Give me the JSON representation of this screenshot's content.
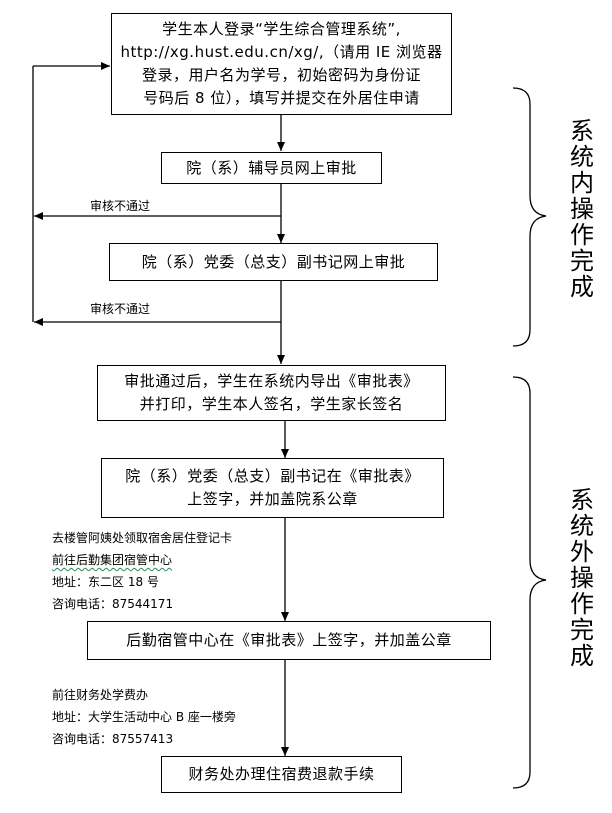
{
  "boxes": {
    "login": {
      "lines": [
        "学生本人登录“学生综合管理系统”,",
        "http://xg.hust.edu.cn/xg/,（请用 IE 浏览器",
        "登录，用户名为学号，初始密码为身份证",
        "号码后 8 位），填写并提交在外居住申请"
      ]
    },
    "counselor": {
      "lines": [
        "院（系）辅导员网上审批"
      ]
    },
    "secretary_online": {
      "lines": [
        "院（系）党委（总支）副书记网上审批"
      ]
    },
    "export": {
      "lines": [
        "审批通过后，学生在系统内导出《审批表》",
        "并打印，学生本人签名，学生家长签名"
      ]
    },
    "secretary_sign": {
      "lines": [
        "院（系）党委（总支）副书记在《审批表》",
        "上签字，并加盖院系公章"
      ]
    },
    "logistics": {
      "lines": [
        "后勤宿管中心在《审批表》上签字，并加盖公章"
      ]
    },
    "finance": {
      "lines": [
        "财务处办理住宿费退款手续"
      ]
    }
  },
  "reject_labels": [
    "审核不通过",
    "审核不通过"
  ],
  "notes": {
    "dorm": [
      "去楼管阿姨处领取宿舍居住登记卡",
      "前往后勤集团宿管中心",
      "地址：东二区 18 号",
      "咨询电话：87544171"
    ],
    "finance": [
      "前往财务处学费办",
      "地址：大学生活动中心 B 座一楼旁",
      "咨询电话：87557413"
    ]
  },
  "side_labels": {
    "inside": [
      "系",
      "统",
      "内",
      "操",
      "作",
      "完",
      "成"
    ],
    "outside": [
      "系",
      "统",
      "外",
      "操",
      "作",
      "完",
      "成"
    ]
  }
}
